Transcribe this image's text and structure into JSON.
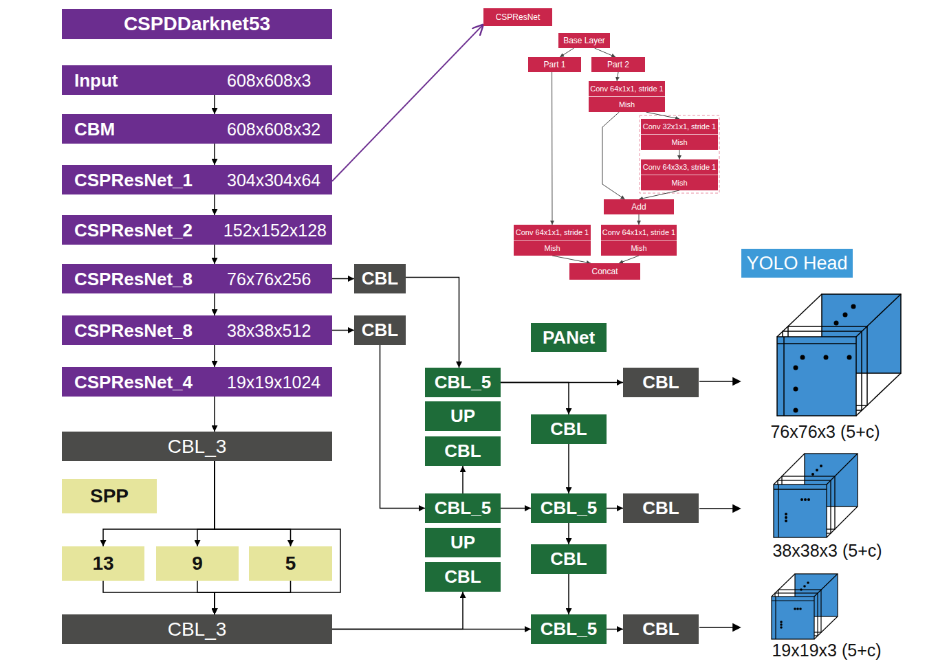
{
  "diagram": {
    "nodes": [
      {
        "text": [
          "CSPDDarknet53"
        ]
      },
      {
        "text": [
          "Input",
          "608x608x3"
        ]
      },
      {
        "text": [
          "CBM",
          "608x608x32"
        ]
      },
      {
        "text": [
          "CSPResNet_1",
          "304x304x64"
        ]
      },
      {
        "text": [
          "CSPResNet_2",
          "152x152x128"
        ]
      },
      {
        "text": [
          "CSPResNet_8",
          "76x76x256"
        ]
      },
      {
        "text": [
          "CSPResNet_8",
          "38x38x512"
        ]
      },
      {
        "text": [
          "CSPResNet_4",
          "19x19x1024"
        ]
      },
      {
        "text": [
          "CBL_3"
        ]
      },
      {
        "text": [
          "SPP"
        ]
      },
      {
        "text": [
          "13"
        ]
      },
      {
        "text": [
          "9"
        ]
      },
      {
        "text": [
          "5"
        ]
      },
      {
        "text": [
          "CBL_3"
        ]
      },
      {
        "text": [
          "CSPResNet"
        ]
      },
      {
        "text": [
          "Base Layer"
        ]
      },
      {
        "text": [
          "Part 1"
        ]
      },
      {
        "text": [
          "Part 2"
        ]
      },
      {
        "text": [
          "Conv 64x1x1, stride 1",
          "Mish"
        ]
      },
      {
        "text": [
          "Conv 32x1x1, stride 1",
          "Mish"
        ]
      },
      {
        "text": [
          "Conv 64x3x3, stride 1",
          "Mish"
        ]
      },
      {
        "text": [
          "Add"
        ]
      },
      {
        "text": [
          "Conv 64x1x1, stride 1",
          "Mish"
        ]
      },
      {
        "text": [
          "Conv 64x1x1, stride 1",
          "Mish"
        ]
      },
      {
        "text": [
          "Concat"
        ]
      },
      {
        "text": [
          "CBL"
        ]
      },
      {
        "text": [
          "CBL"
        ]
      },
      {
        "text": [
          "CBL_5"
        ]
      },
      {
        "text": [
          "UP"
        ]
      },
      {
        "text": [
          "CBL"
        ]
      },
      {
        "text": [
          "CBL_5"
        ]
      },
      {
        "text": [
          "UP"
        ]
      },
      {
        "text": [
          "CBL"
        ]
      },
      {
        "text": [
          "PANet"
        ]
      },
      {
        "text": [
          "CBL"
        ]
      },
      {
        "text": [
          "CBL_5"
        ]
      },
      {
        "text": [
          "CBL"
        ]
      },
      {
        "text": [
          "CBL_5"
        ]
      },
      {
        "text": [
          "CBL"
        ]
      },
      {
        "text": [
          "CBL"
        ]
      },
      {
        "text": [
          "CBL"
        ]
      },
      {
        "text": [
          "YOLO Head"
        ]
      }
    ],
    "edges": [
      {
        "from": 1,
        "to": 2,
        "arrow": "to"
      },
      {
        "from": 2,
        "to": 3,
        "arrow": "to"
      },
      {
        "from": 3,
        "to": 4,
        "arrow": "to"
      },
      {
        "from": 4,
        "to": 5,
        "arrow": "to"
      },
      {
        "from": 5,
        "to": 6,
        "arrow": "to"
      },
      {
        "from": 6,
        "to": 7,
        "arrow": "to"
      },
      {
        "from": 7,
        "to": 8,
        "arrow": "to"
      },
      {
        "from": 8,
        "to": 10,
        "arrow": "to"
      },
      {
        "from": 8,
        "to": 11,
        "arrow": "to"
      },
      {
        "from": 8,
        "to": 12,
        "arrow": "to"
      },
      {
        "from": 8,
        "to": 13,
        "arrow": "to"
      },
      {
        "from": 10,
        "to": 13,
        "arrow": "to"
      },
      {
        "from": 11,
        "to": 13,
        "arrow": "to"
      },
      {
        "from": 12,
        "to": 13,
        "arrow": "to"
      },
      {
        "from": 3,
        "to": 14,
        "arrow": "to"
      },
      {
        "from": 15,
        "to": 16,
        "arrow": "to"
      },
      {
        "from": 15,
        "to": 17,
        "arrow": "to"
      },
      {
        "from": 17,
        "to": 18,
        "arrow": "to"
      },
      {
        "from": 16,
        "to": 22,
        "arrow": "to"
      },
      {
        "from": 18,
        "to": 19,
        "arrow": "to"
      },
      {
        "from": 19,
        "to": 20,
        "arrow": "to"
      },
      {
        "from": 20,
        "to": 21,
        "arrow": "to"
      },
      {
        "from": 18,
        "to": 21,
        "arrow": "to"
      },
      {
        "from": 21,
        "to": 23,
        "arrow": "to"
      },
      {
        "from": 22,
        "to": 24,
        "arrow": "to"
      },
      {
        "from": 23,
        "to": 24,
        "arrow": "to"
      },
      {
        "from": 5,
        "to": 25,
        "arrow": "to"
      },
      {
        "from": 6,
        "to": 26,
        "arrow": "to"
      },
      {
        "from": 25,
        "to": 27,
        "arrow": "to"
      },
      {
        "from": 26,
        "to": 30,
        "arrow": "to"
      },
      {
        "from": 13,
        "to": 37,
        "arrow": "to"
      },
      {
        "from": 13,
        "to": 32,
        "arrow": "to"
      },
      {
        "from": 30,
        "to": 29,
        "arrow": "to"
      },
      {
        "from": 27,
        "to": 38,
        "arrow": "to"
      },
      {
        "from": 27,
        "to": 34,
        "arrow": "to"
      },
      {
        "from": 34,
        "to": 35,
        "arrow": "to"
      },
      {
        "from": 30,
        "to": 35,
        "arrow": "to"
      },
      {
        "from": 35,
        "to": 39,
        "arrow": "to"
      },
      {
        "from": 35,
        "to": 36,
        "arrow": "to"
      },
      {
        "from": 36,
        "to": 37,
        "arrow": "to"
      },
      {
        "from": 37,
        "to": 40,
        "arrow": "to"
      }
    ],
    "labels": [
      "76x76x3 (5+c)",
      "38x38x3 (5+c)",
      "19x19x3 (5+c)"
    ]
  }
}
